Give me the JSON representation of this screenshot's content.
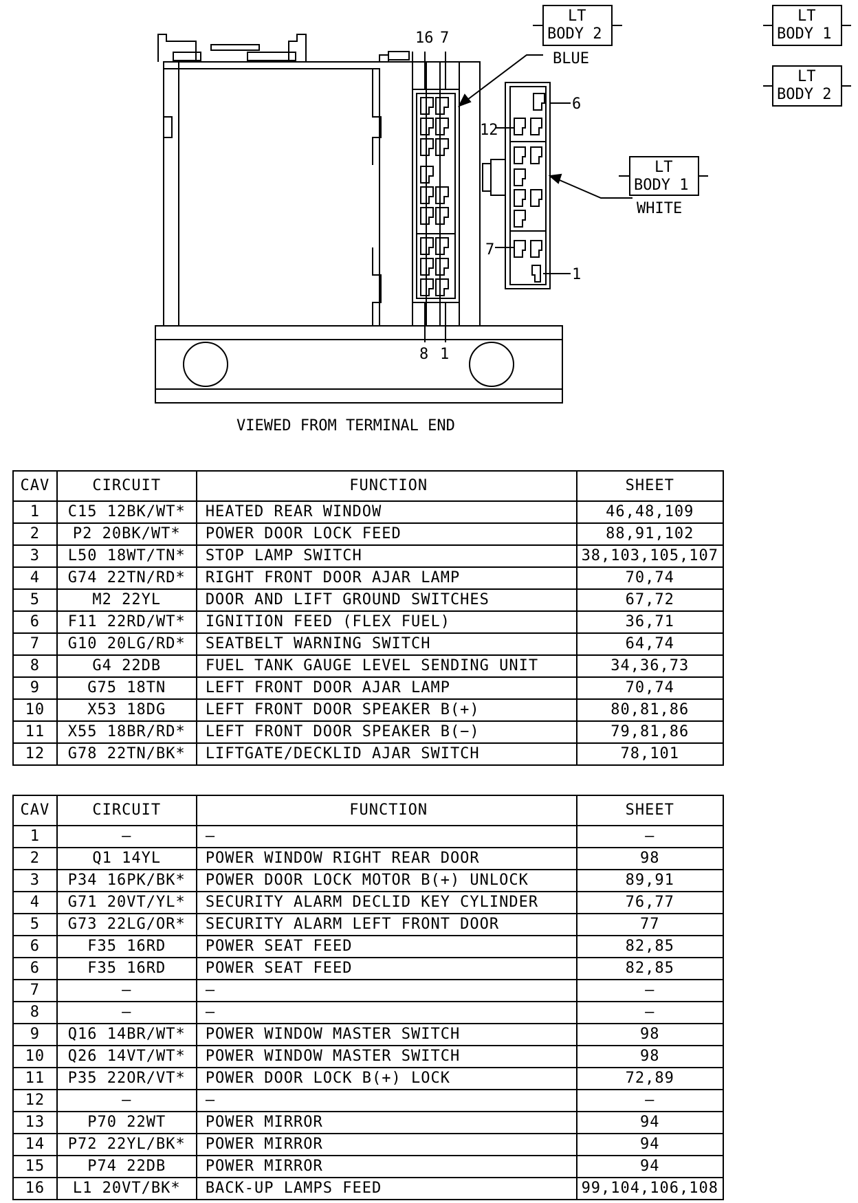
{
  "diagram": {
    "viewed_label": "VIEWED FROM TERMINAL END",
    "blue_connector": {
      "top_pins": [
        "16",
        "7"
      ],
      "bottom_pins": [
        "8",
        "1"
      ],
      "color_label": "BLUE",
      "box": {
        "line1": "LT",
        "line2": "BODY 2"
      }
    },
    "white_connector": {
      "pin_labels": [
        "6",
        "12",
        "7",
        "1"
      ],
      "color_label": "WHITE",
      "box": {
        "line1": "LT",
        "line2": "BODY 1"
      }
    },
    "legend_boxes": [
      {
        "line1": "LT",
        "line2": "BODY 1"
      },
      {
        "line1": "LT",
        "line2": "BODY 2"
      }
    ]
  },
  "table1": {
    "headers": {
      "cav": "CAV",
      "circuit": "CIRCUIT",
      "function": "FUNCTION",
      "sheet": "SHEET"
    },
    "rows": [
      {
        "cav": "1",
        "circuit": "C15 12BK/WT*",
        "function": "HEATED REAR WINDOW",
        "sheet": "46,48,109"
      },
      {
        "cav": "2",
        "circuit": "P2 20BK/WT*",
        "function": "POWER DOOR LOCK FEED",
        "sheet": "88,91,102"
      },
      {
        "cav": "3",
        "circuit": "L50 18WT/TN*",
        "function": "STOP LAMP SWITCH",
        "sheet": "38,103,105,107"
      },
      {
        "cav": "4",
        "circuit": "G74 22TN/RD*",
        "function": "RIGHT FRONT DOOR AJAR LAMP",
        "sheet": "70,74"
      },
      {
        "cav": "5",
        "circuit": "M2 22YL",
        "function": "DOOR AND LIFT GROUND SWITCHES",
        "sheet": "67,72"
      },
      {
        "cav": "6",
        "circuit": "F11 22RD/WT*",
        "function": "IGNITION FEED (FLEX FUEL)",
        "sheet": "36,71"
      },
      {
        "cav": "7",
        "circuit": "G10 20LG/RD*",
        "function": "SEATBELT WARNING SWITCH",
        "sheet": "64,74"
      },
      {
        "cav": "8",
        "circuit": "G4 22DB",
        "function": "FUEL TANK GAUGE LEVEL SENDING UNIT",
        "sheet": "34,36,73"
      },
      {
        "cav": "9",
        "circuit": "G75 18TN",
        "function": "LEFT FRONT DOOR AJAR LAMP",
        "sheet": "70,74"
      },
      {
        "cav": "10",
        "circuit": "X53 18DG",
        "function": "LEFT FRONT DOOR SPEAKER B(+)",
        "sheet": "80,81,86"
      },
      {
        "cav": "11",
        "circuit": "X55 18BR/RD*",
        "function": "LEFT FRONT DOOR SPEAKER B(−)",
        "sheet": "79,81,86"
      },
      {
        "cav": "12",
        "circuit": "G78 22TN/BK*",
        "function": "LIFTGATE/DECKLID AJAR SWITCH",
        "sheet": "78,101"
      }
    ]
  },
  "table2": {
    "headers": {
      "cav": "CAV",
      "circuit": "CIRCUIT",
      "function": "FUNCTION",
      "sheet": "SHEET"
    },
    "rows": [
      {
        "cav": "1",
        "circuit": "—",
        "function": "—",
        "sheet": "—"
      },
      {
        "cav": "2",
        "circuit": "Q1 14YL",
        "function": "POWER WINDOW RIGHT REAR DOOR",
        "sheet": "98"
      },
      {
        "cav": "3",
        "circuit": "P34 16PK/BK*",
        "function": "POWER DOOR LOCK MOTOR B(+) UNLOCK",
        "sheet": "89,91"
      },
      {
        "cav": "4",
        "circuit": "G71 20VT/YL*",
        "function": "SECURITY ALARM DECLID KEY CYLINDER",
        "sheet": "76,77"
      },
      {
        "cav": "5",
        "circuit": "G73 22LG/OR*",
        "function": "SECURITY ALARM LEFT FRONT DOOR",
        "sheet": "77"
      },
      {
        "cav": "6",
        "circuit": "F35 16RD",
        "function": "POWER SEAT FEED",
        "sheet": "82,85"
      },
      {
        "cav": "6",
        "circuit": "F35 16RD",
        "function": "POWER SEAT FEED",
        "sheet": "82,85"
      },
      {
        "cav": "7",
        "circuit": "—",
        "function": "—",
        "sheet": "—"
      },
      {
        "cav": "8",
        "circuit": "—",
        "function": "—",
        "sheet": "—"
      },
      {
        "cav": "9",
        "circuit": "Q16 14BR/WT*",
        "function": "POWER WINDOW MASTER SWITCH",
        "sheet": "98"
      },
      {
        "cav": "10",
        "circuit": "Q26 14VT/WT*",
        "function": "POWER WINDOW MASTER SWITCH",
        "sheet": "98"
      },
      {
        "cav": "11",
        "circuit": "P35 22OR/VT*",
        "function": "POWER DOOR LOCK B(+) LOCK",
        "sheet": "72,89"
      },
      {
        "cav": "12",
        "circuit": "—",
        "function": "—",
        "sheet": "—"
      },
      {
        "cav": "13",
        "circuit": "P70 22WT",
        "function": "POWER MIRROR",
        "sheet": "94"
      },
      {
        "cav": "14",
        "circuit": "P72 22YL/BK*",
        "function": "POWER MIRROR",
        "sheet": "94"
      },
      {
        "cav": "15",
        "circuit": "P74 22DB",
        "function": "POWER MIRROR",
        "sheet": "94"
      },
      {
        "cav": "16",
        "circuit": "L1 20VT/BK*",
        "function": "BACK-UP LAMPS FEED",
        "sheet": "99,104,106,108"
      }
    ]
  }
}
